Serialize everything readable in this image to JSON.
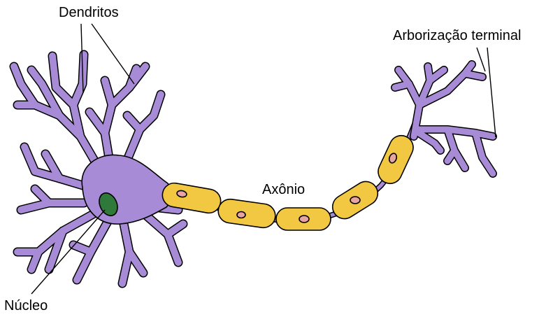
{
  "labels": {
    "dendrites": "Dendritos",
    "terminal": "Arborização terminal",
    "axon": "Axônio",
    "nucleus": "Núcleo"
  },
  "colors": {
    "neuron_body": "#a78bd6",
    "nucleus": "#2f7a3a",
    "myelin": "#f2c842",
    "myelin_nucleus": "#e8a3a3",
    "outline": "#000000"
  }
}
